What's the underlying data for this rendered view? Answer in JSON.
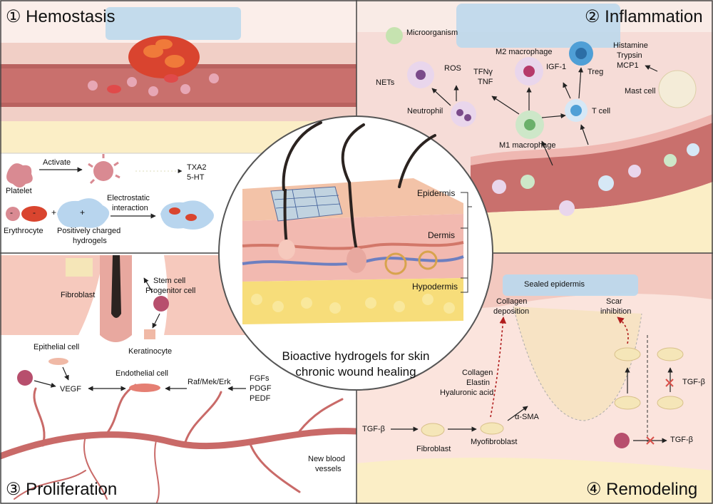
{
  "panels": {
    "hemostasis": {
      "title": "① Hemostasis"
    },
    "inflammation": {
      "title": "② Inflammation"
    },
    "proliferation": {
      "title": "③ Proliferation"
    },
    "remodeling": {
      "title": "④ Remodeling"
    }
  },
  "center": {
    "title_line1": "Bioactive hydrogels for skin",
    "title_line2": "chronic wound healing",
    "layers": {
      "epidermis": "Epidermis",
      "dermis": "Dermis",
      "hypodermis": "Hypodermis"
    }
  },
  "hemostasis": {
    "activate": "Activate",
    "txa2": "TXA2",
    "ht": "5-HT",
    "platelet": "Platelet",
    "electrostatic1": "Electrostatic",
    "electrostatic2": "interaction",
    "erythrocyte": "Erythrocyte",
    "hydrogel1": "Positively charged",
    "hydrogel2": "hydrogels",
    "minus": "-",
    "plus": "+"
  },
  "inflammation": {
    "microorganism": "Microorganism",
    "m2": "M2 macrophage",
    "histamine": "Histamine",
    "trypsin": "Trypsin",
    "mcp1": "MCP1",
    "ros": "ROS",
    "tfny": "TFNγ",
    "tnf": "TNF",
    "igf1": "IGF-1",
    "treg": "Treg",
    "nets": "NETs",
    "mast": "Mast cell",
    "neutrophil": "Neutrophil",
    "tcell": "T cell",
    "m1": "M1 macrophage"
  },
  "proliferation": {
    "fibroblast": "Fibroblast",
    "stem1": "Stem cell",
    "stem2": "Progenitor cell",
    "keratinocyte": "Keratinocyte",
    "epithelial": "Epithelial cell",
    "endothelial": "Endothelial cell",
    "vegf": "VEGF",
    "raf": "Raf/Mek/Erk",
    "fgfs": "FGFs",
    "pdgf": "PDGF",
    "pedf": "PEDF",
    "newblood1": "New blood",
    "newblood2": "vessels"
  },
  "remodeling": {
    "sealed": "Sealed epidermis",
    "collagen1": "Collagen",
    "collagen2": "deposition",
    "scar1": "Scar",
    "scar2": "inhibition",
    "collagen": "Collagen",
    "elastin": "Elastin",
    "hyaluronic": "Hyaluronic acid",
    "asma": "α-SMA",
    "tgfb": "TGF-β",
    "fibroblast": "Fibroblast",
    "myofibroblast": "Myofibroblast"
  },
  "colors": {
    "vessel": "#c96a68",
    "skin": "#f4d9cf",
    "fat": "#f7e6a8",
    "hydrogel": "#b9d6ea",
    "inflam_bg": "#f6dcd7",
    "arrow": "#222222",
    "dotted": "#b01d1d"
  }
}
